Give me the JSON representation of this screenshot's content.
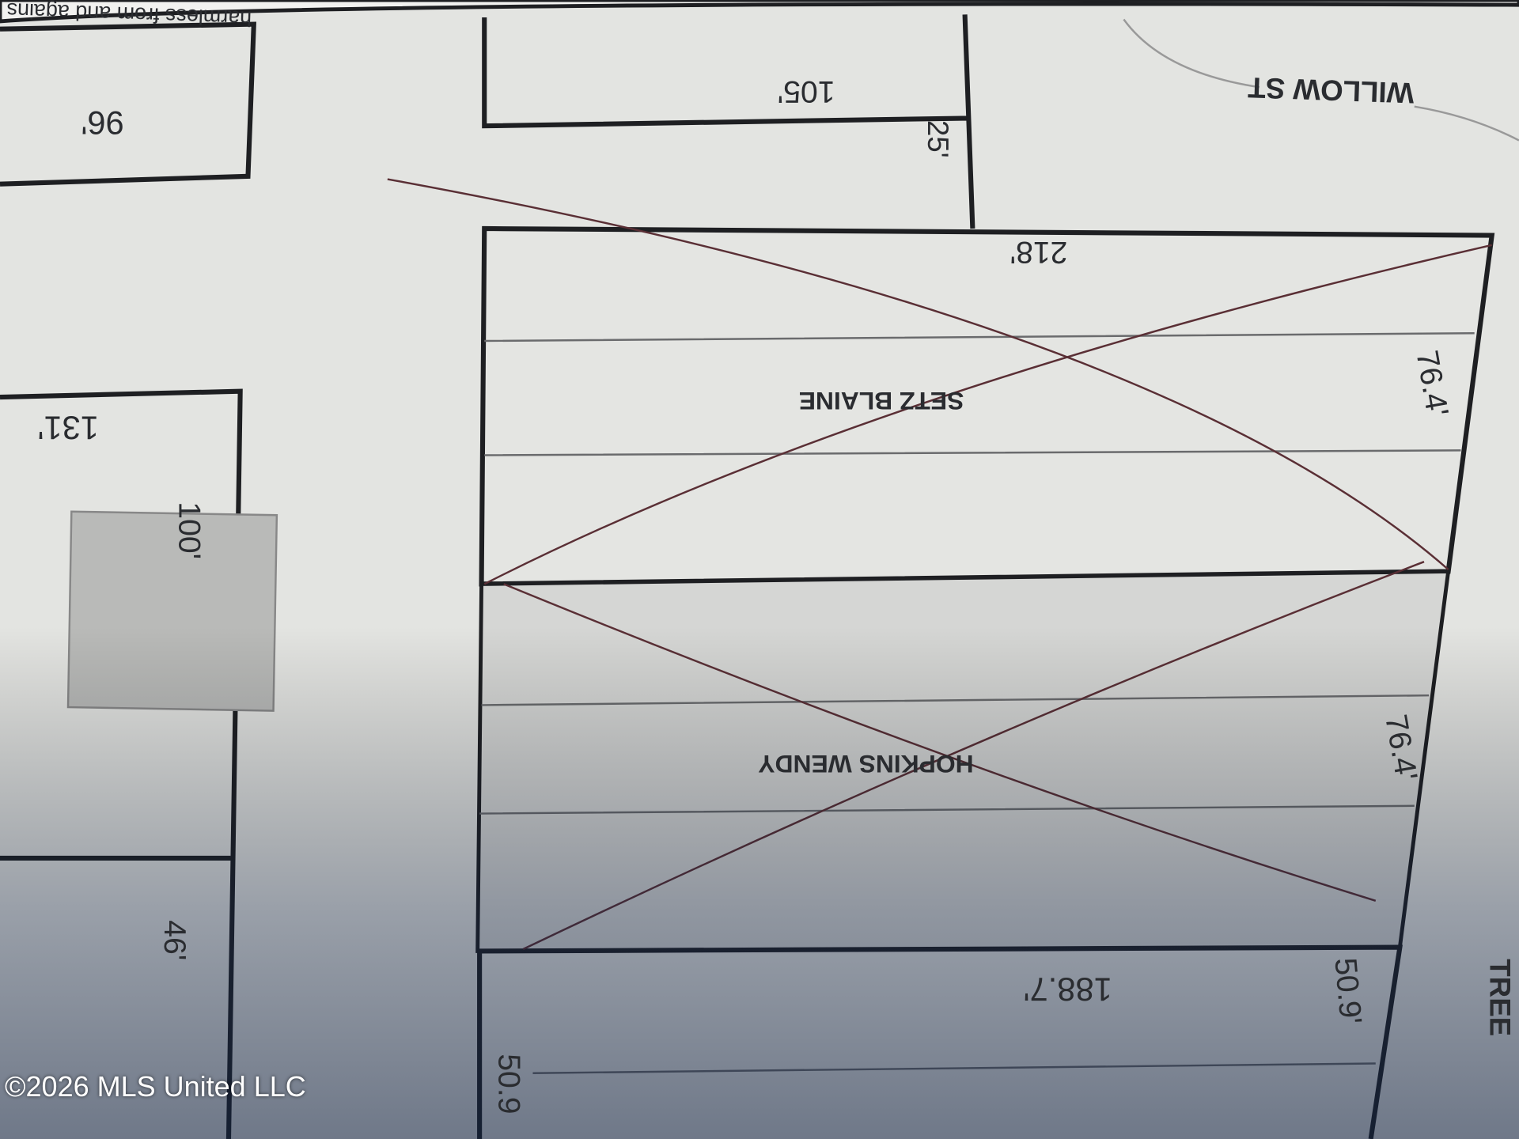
{
  "header_text": "harmless from and agains",
  "street": "WILLOW ST",
  "street_right": "TREE",
  "parcels": {
    "top_small_width": "105'",
    "top_small_depth": "25'",
    "setz": {
      "owner": "SETZ BLAINE",
      "width": "218'",
      "depth": "76.4'"
    },
    "hopkins": {
      "owner": "HOPKINS WENDY",
      "depth": "76.4'"
    },
    "bottom": {
      "width": "188.7'",
      "depth_right": "50.9'",
      "depth_left": "50.9"
    },
    "left_top": "96'",
    "left_mid": "131'",
    "left_building": "100'",
    "left_bottom": "46'"
  },
  "copyright": "©2026 MLS United LLC",
  "colors": {
    "paper": "#e6e7e4",
    "line": "#1e1f22",
    "pen": "#5a2f35",
    "shade": "#c9cac8"
  }
}
